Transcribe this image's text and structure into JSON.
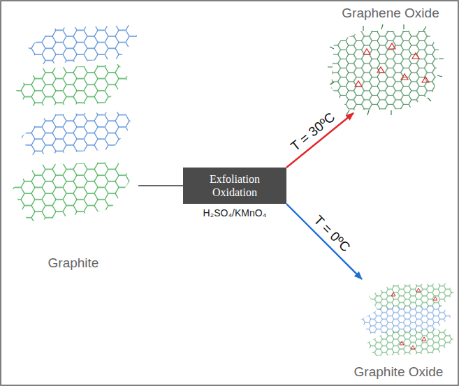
{
  "diagram": {
    "nodes": [
      {
        "text": [
          "Graphite"
        ]
      },
      {
        "text": [
          "Exfoliation Oxidation",
          "H₂SO₄/KMnO₄"
        ]
      },
      {
        "text": [
          "Graphene Oxide"
        ]
      },
      {
        "text": [
          "Graphite Oxide"
        ]
      }
    ],
    "edges": [
      {
        "from": 0,
        "to": 1,
        "arrow": "none"
      },
      {
        "from": 1,
        "to": 2,
        "arrow": "to",
        "label": "T = 30ºC"
      },
      {
        "from": 1,
        "to": 3,
        "arrow": "to",
        "label": "T = 0ºC"
      }
    ]
  }
}
